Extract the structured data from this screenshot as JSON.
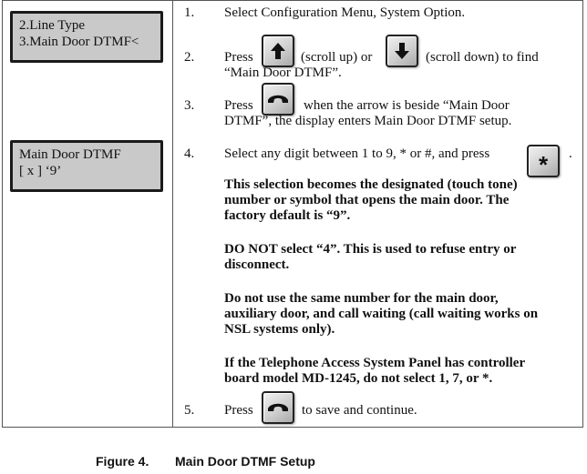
{
  "displays": [
    {
      "lines": [
        "2.Line Type",
        "3.Main Door DTMF<"
      ]
    },
    {
      "lines": [
        "Main Door DTMF",
        "[ x ] ‘9’"
      ]
    }
  ],
  "steps": [
    {
      "number": "1.",
      "text": "Select Configuration Menu, System Option."
    },
    {
      "number": "2.",
      "press": "Press",
      "scroll_up": "(scroll up) or",
      "scroll_down": "(scroll down) to find",
      "line2": "“Main Door DTMF”."
    },
    {
      "number": "3.",
      "press": "Press",
      "line1": "when the arrow is beside “Main Door",
      "line2": "DTMF”, the display enters Main Door DTMF setup."
    },
    {
      "number": "4.",
      "text": "Select any digit between 1 to 9, * or #, and press",
      "end": "."
    },
    {
      "number": "5.",
      "press": "Press",
      "text": "to save and continue."
    }
  ],
  "notes": [
    [
      "This selection becomes the designated (touch tone)",
      "number or symbol that opens the main door.  The",
      "factory default is “9”."
    ],
    [
      "DO NOT select “4”. This is used to refuse entry or",
      "disconnect."
    ],
    [
      "Do not use the same number for the main door,",
      "auxiliary door, and call waiting (call waiting works on",
      "NSL systems only)."
    ],
    [
      "If the Telephone Access System Panel has controller",
      "board model MD-1245, do not select 1, 7, or *."
    ]
  ],
  "keys": {
    "scroll_up_icon": "up-arrow-icon",
    "scroll_down_icon": "down-arrow-icon",
    "handset_icon": "telephone-handset-icon",
    "star_label": "*"
  },
  "caption": {
    "figure": "Figure 4.",
    "title": "Main Door DTMF Setup"
  }
}
